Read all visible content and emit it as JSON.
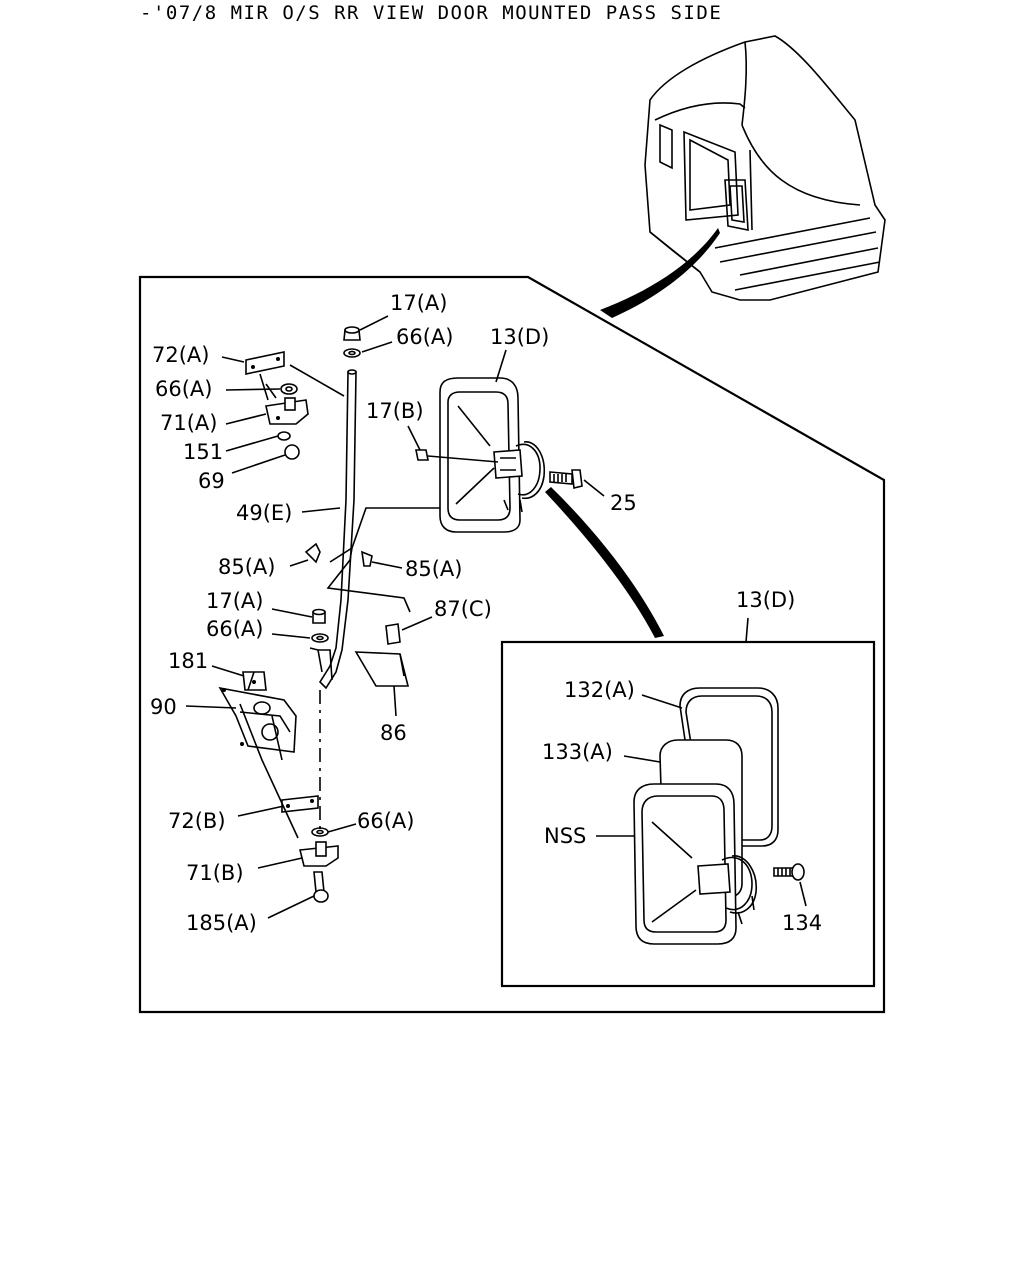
{
  "title": "-'07/8 MIR O/S RR VIEW DOOR MOUNTED PASS SIDE",
  "callouts": [
    {
      "id": "17a-top",
      "label": "17(A)"
    },
    {
      "id": "66a-top",
      "label": "66(A)"
    },
    {
      "id": "13d-main",
      "label": "13(D)"
    },
    {
      "id": "72a",
      "label": "72(A)"
    },
    {
      "id": "66a-left",
      "label": "66(A)"
    },
    {
      "id": "17b",
      "label": "17(B)"
    },
    {
      "id": "71a",
      "label": "71(A)"
    },
    {
      "id": "151",
      "label": "151"
    },
    {
      "id": "69",
      "label": "69"
    },
    {
      "id": "25",
      "label": "25"
    },
    {
      "id": "49e",
      "label": "49(E)"
    },
    {
      "id": "85a-left",
      "label": "85(A)"
    },
    {
      "id": "85a-right",
      "label": "85(A)"
    },
    {
      "id": "17a-mid",
      "label": "17(A)"
    },
    {
      "id": "87c",
      "label": "87(C)"
    },
    {
      "id": "66a-mid",
      "label": "66(A)"
    },
    {
      "id": "13d-inset",
      "label": "13(D)"
    },
    {
      "id": "181",
      "label": "181"
    },
    {
      "id": "132a",
      "label": "132(A)"
    },
    {
      "id": "90",
      "label": "90"
    },
    {
      "id": "86",
      "label": "86"
    },
    {
      "id": "133a",
      "label": "133(A)"
    },
    {
      "id": "72b",
      "label": "72(B)"
    },
    {
      "id": "66a-bottom",
      "label": "66(A)"
    },
    {
      "id": "nss",
      "label": "NSS"
    },
    {
      "id": "71b",
      "label": "71(B)"
    },
    {
      "id": "185a",
      "label": "185(A)"
    },
    {
      "id": "134",
      "label": "134"
    }
  ]
}
